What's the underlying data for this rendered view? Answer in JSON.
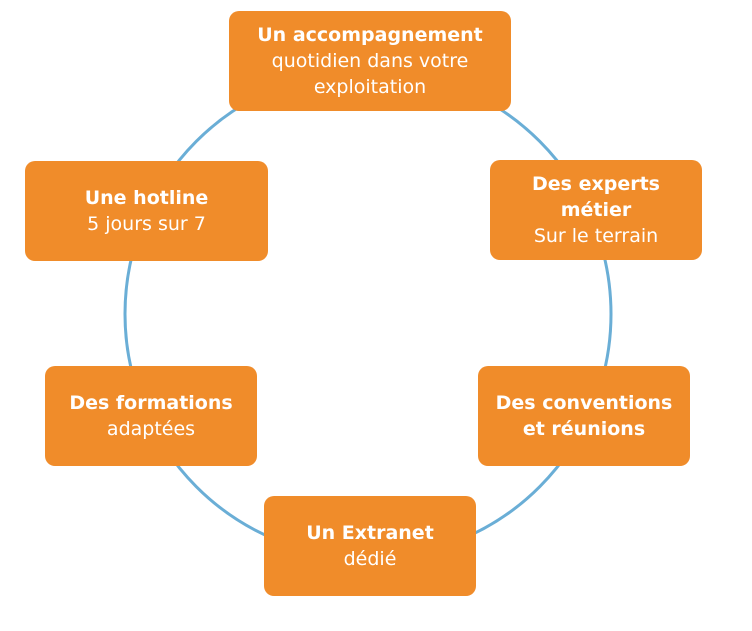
{
  "diagram": {
    "ring_color": "#6AAED6",
    "box_color": "#F08C2A",
    "text_color": "#FFFFFF",
    "nodes": {
      "top": {
        "bold": "Un accompagnement",
        "light": [
          "quotidien dans votre",
          "exploitation"
        ]
      },
      "hotline": {
        "bold": "Une hotline",
        "light": [
          "5 jours sur 7"
        ]
      },
      "experts": {
        "bold": [
          "Des experts",
          "métier"
        ],
        "light": [
          "Sur le terrain"
        ]
      },
      "formations": {
        "bold": "Des formations",
        "light": [
          "adaptées"
        ]
      },
      "conventions": {
        "bold": [
          "Des conventions",
          "et réunions"
        ]
      },
      "extranet": {
        "bold": "Un Extranet",
        "light": [
          "dédié"
        ]
      }
    }
  }
}
